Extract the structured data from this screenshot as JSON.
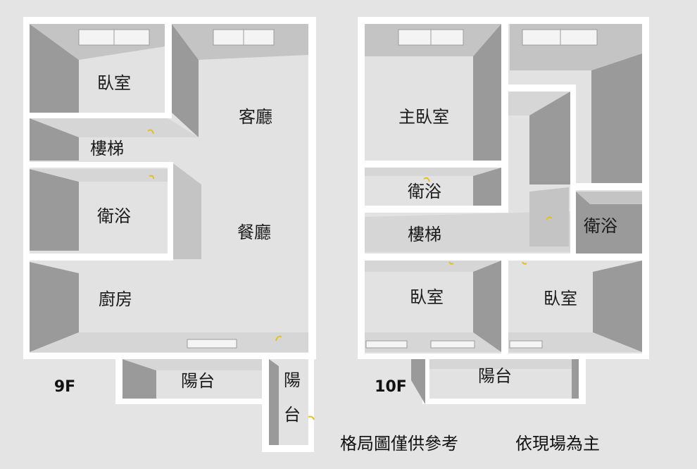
{
  "floors": [
    {
      "label": "9F",
      "rooms": [
        {
          "label": "臥室"
        },
        {
          "label": "客廳"
        },
        {
          "label": "樓梯"
        },
        {
          "label": "衛浴"
        },
        {
          "label": "餐廳"
        },
        {
          "label": "廚房"
        },
        {
          "label": "陽台"
        },
        {
          "label_line1": "陽",
          "label_line2": "台"
        }
      ]
    },
    {
      "label": "10F",
      "rooms": [
        {
          "label": "主臥室"
        },
        {
          "label": "衛浴"
        },
        {
          "label": "樓梯"
        },
        {
          "label": "衛浴"
        },
        {
          "label": "臥室"
        },
        {
          "label": "臥室"
        },
        {
          "label": "陽台"
        }
      ]
    }
  ],
  "notes": {
    "reference": "格局圖僅供參考",
    "actual": "依現場為主"
  }
}
